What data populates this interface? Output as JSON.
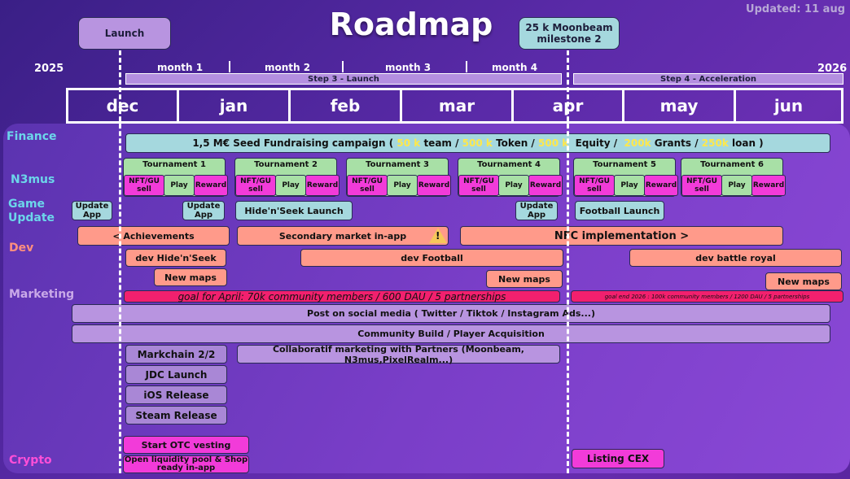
{
  "header": {
    "title": "Roadmap",
    "updated": "Updated: 11 aug",
    "launch_callout": "Launch",
    "milestone_callout": "25 k Moonbeam milestone 2"
  },
  "timeline": {
    "year_start": "2025",
    "year_end": "2026",
    "months_ahead": [
      "month 1",
      "month 2",
      "month 3",
      "month 4"
    ],
    "steps": [
      "Step 3 - Launch",
      "Step 4 - Acceleration"
    ],
    "months": [
      "dec",
      "jan",
      "feb",
      "mar",
      "apr",
      "may",
      "jun"
    ]
  },
  "rows": {
    "finance": "Finance",
    "n3mus": "N3mus",
    "game_update": "Game Update",
    "dev": "Dev",
    "marketing": "Marketing",
    "crypto": "Crypto"
  },
  "finance": {
    "prefix": "1,5 M€ Seed Fundraising campaign (",
    "team_amt": "50 k",
    "team_lbl": "team /",
    "token_amt": "500 k",
    "token_lbl": "Token /",
    "equity_amt": "500 k",
    "equity_lbl": "Equity /",
    "grants_amt": "200k",
    "grants_lbl": "Grants /",
    "loan_amt": "250k",
    "loan_lbl": "loan )"
  },
  "tournaments": [
    {
      "name": "Tournament 1",
      "sell": "NFT/GU sell",
      "play": "Play",
      "reward": "Reward"
    },
    {
      "name": "Tournament 2",
      "sell": "NFT/GU sell",
      "play": "Play",
      "reward": "Reward"
    },
    {
      "name": "Tournament 3",
      "sell": "NFT/GU sell",
      "play": "Play",
      "reward": "Reward"
    },
    {
      "name": "Tournament 4",
      "sell": "NFT/GU sell",
      "play": "Play",
      "reward": "Reward"
    },
    {
      "name": "Tournament 5",
      "sell": "NFT/GU sell",
      "play": "Play",
      "reward": "Reward"
    },
    {
      "name": "Tournament 6",
      "sell": "NFT/GU sell",
      "play": "Play",
      "reward": "Reward"
    }
  ],
  "game_update": {
    "update_app": "Update App",
    "hide_seek": "Hide'n'Seek Launch",
    "football": "Football Launch"
  },
  "dev": {
    "achievements": "< Achievements",
    "secondary_market": "Secondary market in-app",
    "warning_glyph": "!",
    "nfc": "NFC implementation >",
    "dev_hide_seek": "dev Hide'n'Seek",
    "dev_football": "dev Football",
    "dev_battle": "dev battle royal",
    "new_maps": "New maps"
  },
  "marketing": {
    "goal_april": "goal for April: 70k community members / 600 DAU / 5 partnerships",
    "goal_end": "goal end 2026 : 100k community members / 1200 DAU / 5 partnerships",
    "social": "Post on social media ( Twitter / Tiktok / Instagram Ads...)",
    "community": "Community Build / Player Acquisition",
    "markchain": "Markchain 2/2",
    "jdc": "JDC Launch",
    "ios": "iOS Release",
    "steam": "Steam Release",
    "collab": "Collaboratif marketing with Partners (Moonbeam, N3mus,PixelRealm...)"
  },
  "crypto": {
    "otc": "Start OTC vesting",
    "liquidity": "Open liquidity pool & Shop ready in-app",
    "cex": "Listing CEX"
  },
  "colors": {
    "background": "#5a2aa8",
    "teal": "#a5d8de",
    "salmon": "#ff9a8a",
    "lavender": "#b894e0",
    "green": "#a8e0a6",
    "magenta": "#f23bd9",
    "red": "#f2206e",
    "highlight": "#ffe84a"
  }
}
